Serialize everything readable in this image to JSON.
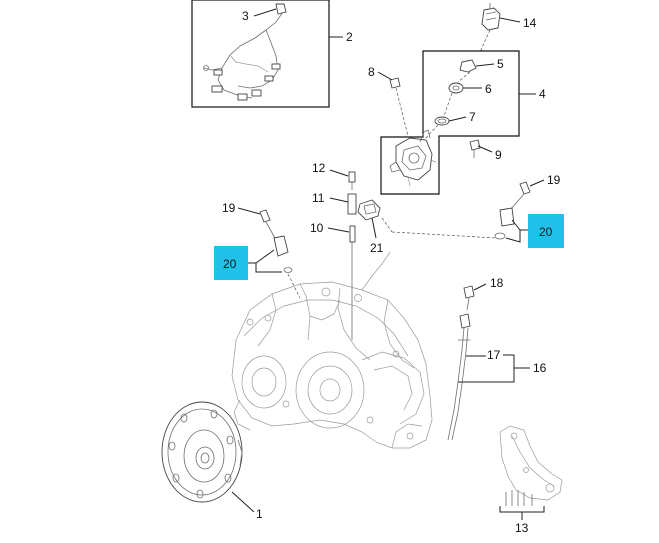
{
  "callouts": {
    "c1": "1",
    "c2": "2",
    "c3": "3",
    "c4": "4",
    "c5": "5",
    "c6": "6",
    "c7": "7",
    "c8": "8",
    "c9": "9",
    "c10": "10",
    "c11": "11",
    "c12": "12",
    "c13": "13",
    "c14": "14",
    "c16": "16",
    "c17": "17",
    "c18": "18",
    "c19a": "19",
    "c19b": "19",
    "c20a": "20",
    "c20b": "20",
    "c21": "21"
  },
  "highlight_color": "#20c0e8"
}
